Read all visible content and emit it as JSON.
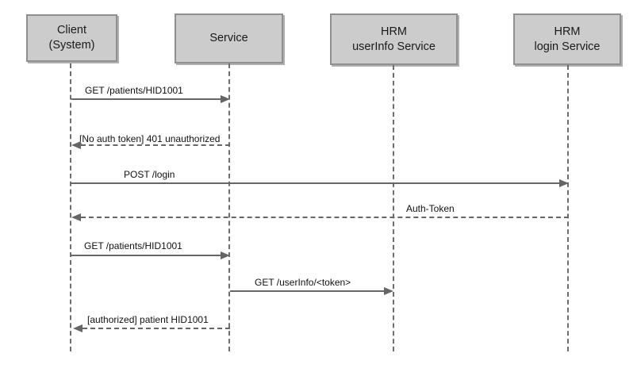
{
  "diagram": {
    "type": "uml-sequence",
    "participants": [
      {
        "id": "client",
        "line1": "Client",
        "line2": "(System)"
      },
      {
        "id": "service",
        "line1": "Service",
        "line2": ""
      },
      {
        "id": "hrm-userinfo",
        "line1": "HRM",
        "line2": "userInfo Service"
      },
      {
        "id": "hrm-login",
        "line1": "HRM",
        "line2": "login Service"
      }
    ],
    "messages": [
      {
        "label": "GET /patients/HID1001",
        "from": "Client (System)",
        "to": "Service",
        "line": "solid",
        "direction": "right"
      },
      {
        "label": "[No auth token] 401 unauthorized",
        "from": "Service",
        "to": "Client (System)",
        "line": "dashed",
        "direction": "left"
      },
      {
        "label": "POST /login",
        "from": "Client (System)",
        "to": "HRM login Service",
        "line": "solid",
        "direction": "right"
      },
      {
        "label": "Auth-Token",
        "from": "HRM login Service",
        "to": "Client (System)",
        "line": "dashed",
        "direction": "left"
      },
      {
        "label": "GET /patients/HID1001",
        "from": "Client (System)",
        "to": "Service",
        "line": "solid",
        "direction": "right"
      },
      {
        "label": "GET /userInfo/<token>",
        "from": "Service",
        "to": "HRM userInfo Service",
        "line": "solid",
        "direction": "right"
      },
      {
        "label": "[authorized] patient HID1001",
        "from": "Service",
        "to": "Client (System)",
        "line": "dashed",
        "direction": "left"
      }
    ],
    "colors": {
      "background": "#ffffff",
      "box_fill": "#cccccc",
      "box_border": "#8f8f8f",
      "line": "#666666",
      "text": "#1a1a1a"
    }
  }
}
